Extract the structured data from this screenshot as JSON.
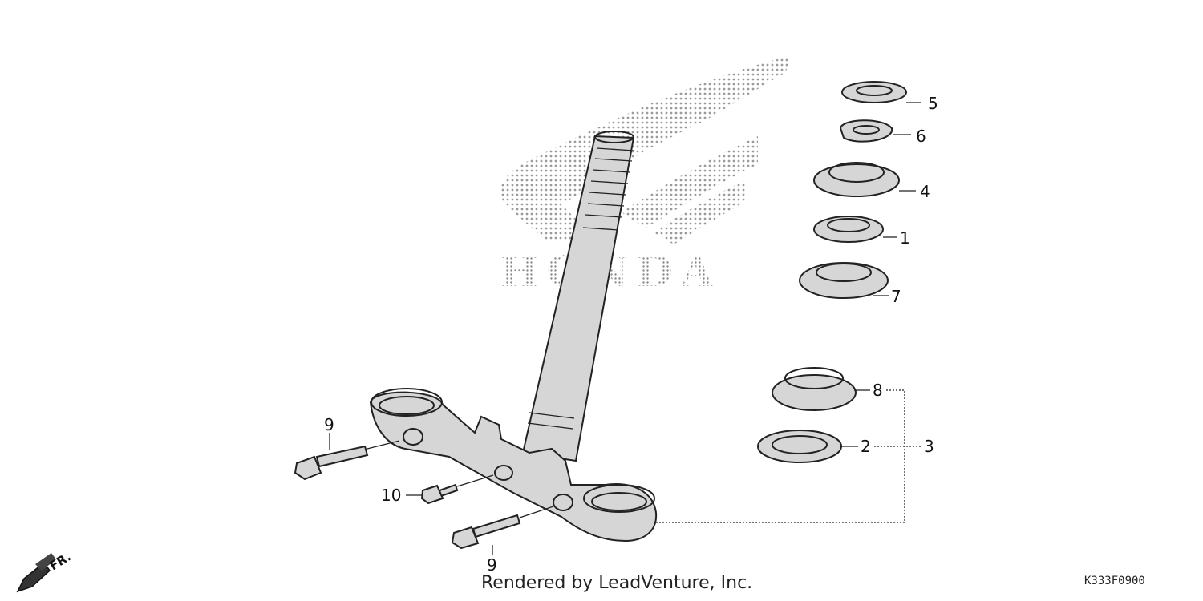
{
  "diagram": {
    "callouts": [
      {
        "id": "label-5",
        "text": "5"
      },
      {
        "id": "label-6",
        "text": "6"
      },
      {
        "id": "label-4",
        "text": "4"
      },
      {
        "id": "label-1",
        "text": "1"
      },
      {
        "id": "label-7",
        "text": "7"
      },
      {
        "id": "label-8",
        "text": "8"
      },
      {
        "id": "label-2",
        "text": "2"
      },
      {
        "id": "label-3",
        "text": "3"
      },
      {
        "id": "label-9a",
        "text": "9"
      },
      {
        "id": "label-10",
        "text": "10"
      },
      {
        "id": "label-9b",
        "text": "9"
      }
    ],
    "watermark": "HONDA",
    "direction_label": "FR.",
    "footer_credit": "Rendered by LeadVenture, Inc.",
    "diagram_code": "K333F0900"
  }
}
